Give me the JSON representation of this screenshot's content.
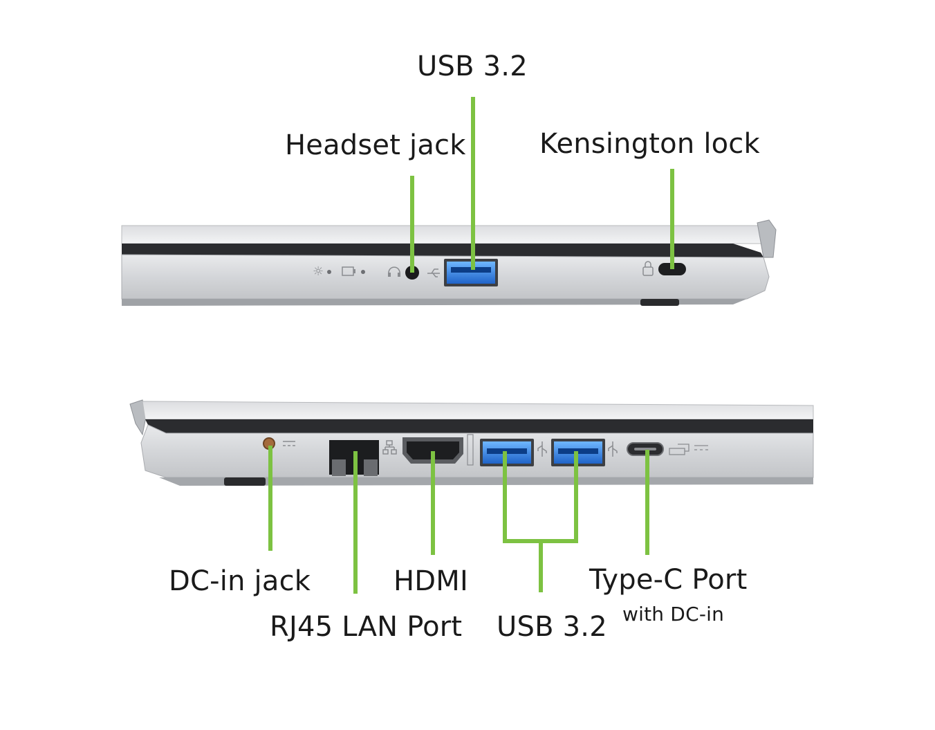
{
  "accent_color": "#7dc242",
  "top_view": {
    "labels": {
      "usb": "USB 3.2",
      "headset": "Headset jack",
      "kensington": "Kensington lock"
    }
  },
  "bottom_view": {
    "labels": {
      "dc_in": "DC-in jack",
      "rj45": "RJ45 LAN Port",
      "hdmi": "HDMI",
      "usb": "USB 3.2",
      "type_c": "Type-C Port",
      "type_c_note": "with DC-in"
    }
  },
  "icons": [
    "power-icon",
    "battery-icon",
    "headset-icon",
    "usb-icon",
    "lock-icon",
    "dc-icon",
    "lan-icon",
    "hdmi-icon",
    "displayport-icon"
  ]
}
